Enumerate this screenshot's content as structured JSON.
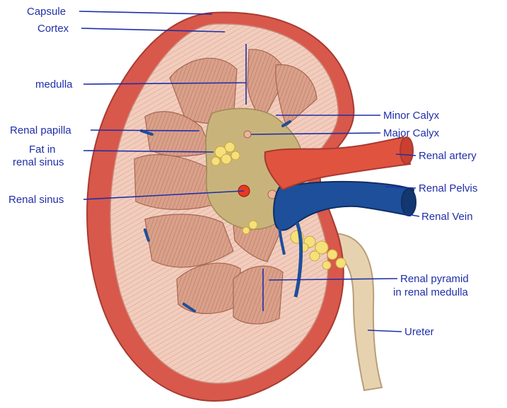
{
  "labels": {
    "capsule": "Capsule",
    "cortex": "Cortex",
    "medulla": "medulla",
    "renal_papilla": "Renal papilla",
    "fat_line1": "Fat in",
    "fat_line2": "renal sinus",
    "renal_sinus": "Renal sinus",
    "minor_calyx": "Minor Calyx",
    "major_calyx": "Major Calyx",
    "renal_artery": "Renal artery",
    "renal_pelvis": "Renal Pelvis",
    "renal_vein": "Renal Vein",
    "pyramid_line1": "Renal pyramid",
    "pyramid_line2": "in renal medulla",
    "ureter": "Ureter"
  },
  "colors": {
    "label_text": "#1f2fa8",
    "capsule": "#d8584b",
    "cortex": "#f0c4b4",
    "medulla_pyramid": "#d9a08a",
    "sinus": "#c8b47a",
    "fat": "#f6e07a",
    "artery": "#e0533f",
    "vein": "#1d4f9a",
    "ureter": "#e7d2b0"
  }
}
